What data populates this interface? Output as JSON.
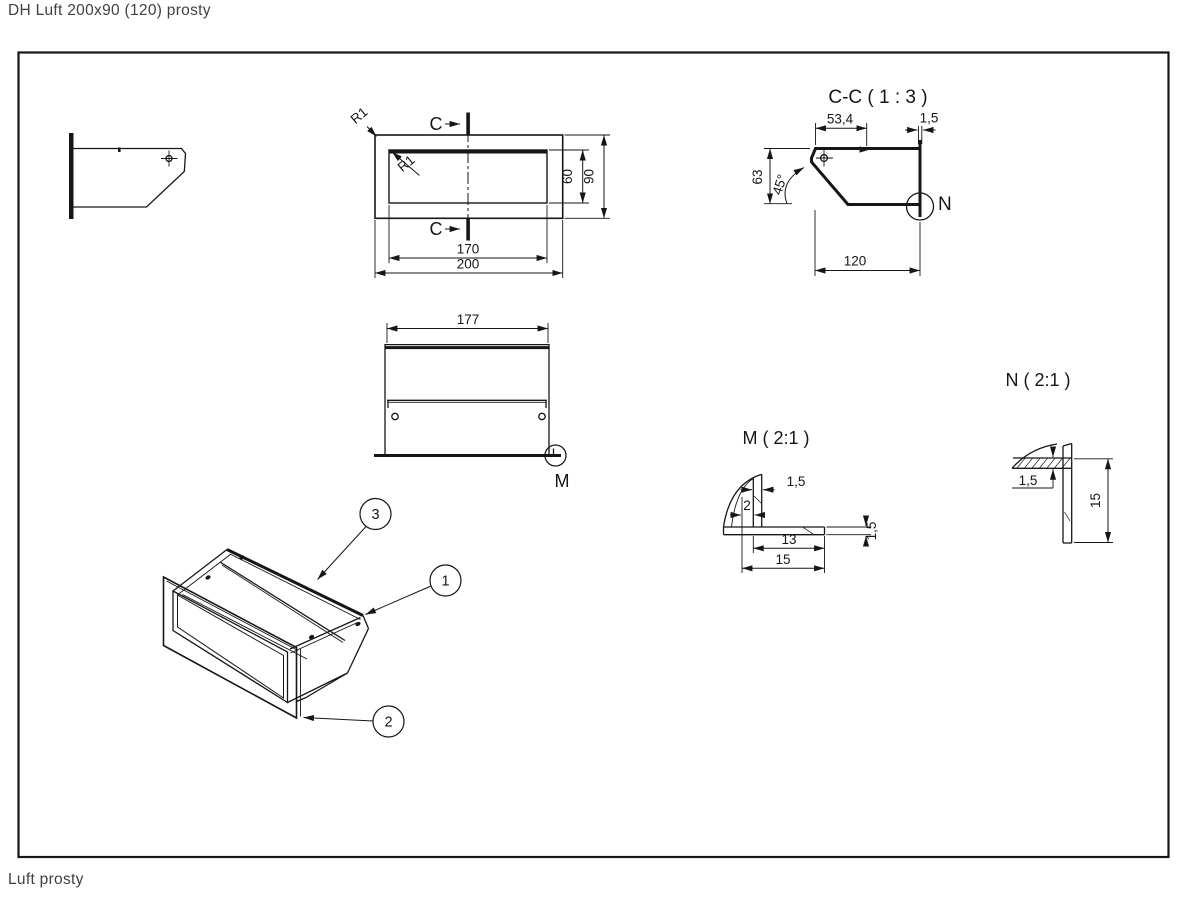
{
  "page": {
    "title": "DH Luft 200x90 (120) prosty",
    "footer": "Luft prosty"
  },
  "colors": {
    "ink": "#161616",
    "label_text": "#3f3f47",
    "background": "#ffffff"
  },
  "views": {
    "front": {
      "section_label_top": "C",
      "section_label_bottom": "C",
      "radius_outer": "R1",
      "radius_inner": "R1",
      "dim_inner_width": "170",
      "dim_outer_width": "200",
      "dim_inner_height": "60",
      "dim_outer_height": "90"
    },
    "section_cc": {
      "title": "C-C ( 1 : 3 )",
      "dim_top": "53,4",
      "dim_flange": "1,5",
      "dim_height": "63",
      "dim_angle": "45°",
      "dim_width": "120",
      "detail_marker": "N"
    },
    "rear": {
      "dim_width": "177",
      "detail_marker": "M"
    },
    "detail_m": {
      "title": "M ( 2:1 )",
      "dim_lip_thickness": "1,5",
      "dim_offset": "2",
      "dim_inner_length": "13",
      "dim_outer_length": "15",
      "dim_leg_thickness": "1,5"
    },
    "detail_n": {
      "title": "N ( 2:1 )",
      "dim_thickness": "1,5",
      "dim_length": "15"
    },
    "iso": {
      "balloons": [
        "3",
        "1",
        "2"
      ]
    }
  }
}
